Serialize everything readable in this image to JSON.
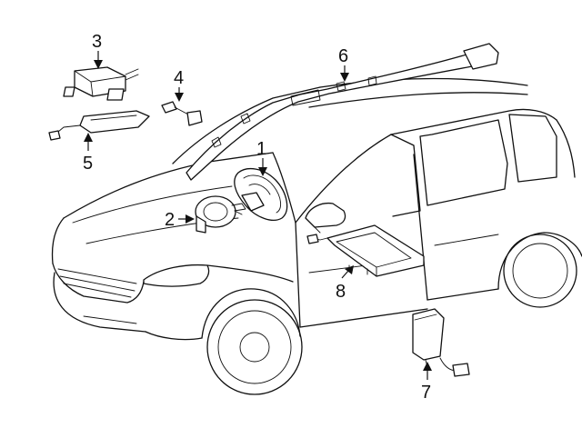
{
  "diagram": {
    "callouts": [
      {
        "id": 1,
        "label": "1"
      },
      {
        "id": 2,
        "label": "2"
      },
      {
        "id": 3,
        "label": "3"
      },
      {
        "id": 4,
        "label": "4"
      },
      {
        "id": 5,
        "label": "5"
      },
      {
        "id": 6,
        "label": "6"
      },
      {
        "id": 7,
        "label": "7"
      },
      {
        "id": 8,
        "label": "8"
      }
    ]
  }
}
